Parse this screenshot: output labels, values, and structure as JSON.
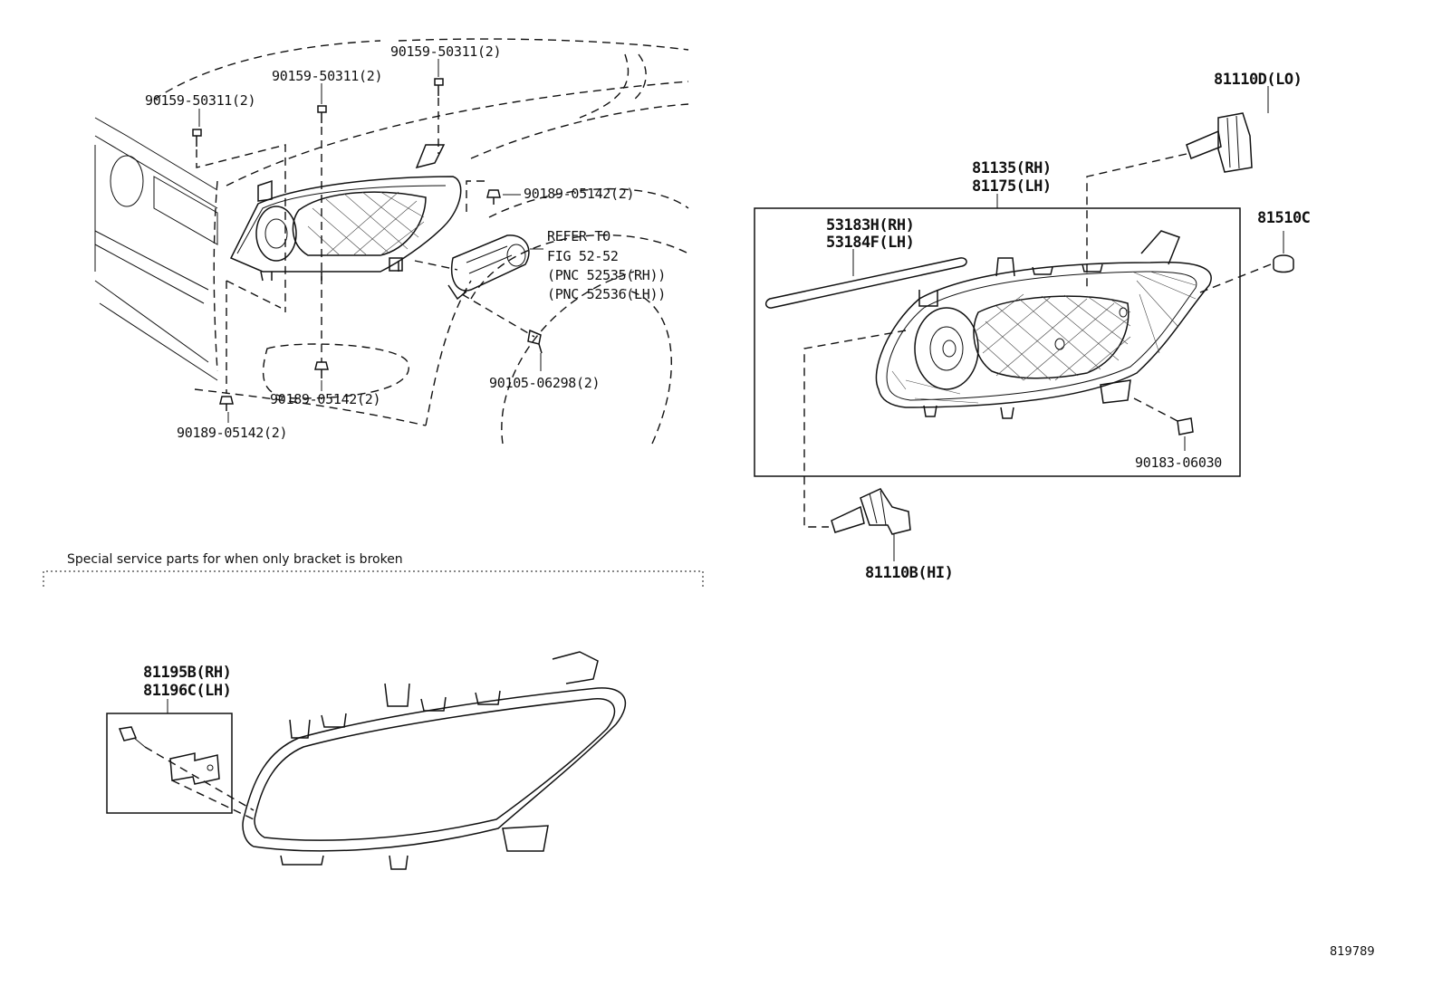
{
  "labels": {
    "bolt_top_a": "90159-50311(2)",
    "bolt_top_b": "90159-50311(2)",
    "bolt_top_c": "90159-50311(2)",
    "nut_side": "90189-05142(2)",
    "refer_1": "REFER TO",
    "refer_2": "FIG 52-52",
    "refer_3": "(PNC 52535(RH))",
    "refer_4": "(PNC 52536(LH))",
    "bolt_lower": "90105-06298(2)",
    "nut_center": "90189-05142(2)",
    "nut_bottom": "90189-05142(2)",
    "lamp_assy_rh": "81135(RH)",
    "lamp_assy_lh": "81175(LH)",
    "bulb_lo": "81110D(LO)",
    "cap": "81510C",
    "seal_rh": "53183H(RH)",
    "seal_lh": "53184F(LH)",
    "clip": "90183-06030",
    "bulb_hi": "81110B(HI)",
    "special_note": "Special service parts for when only bracket is broken",
    "bracket_rh": "81195B(RH)",
    "bracket_lh": "81196C(LH)",
    "figure_id": "819789"
  }
}
